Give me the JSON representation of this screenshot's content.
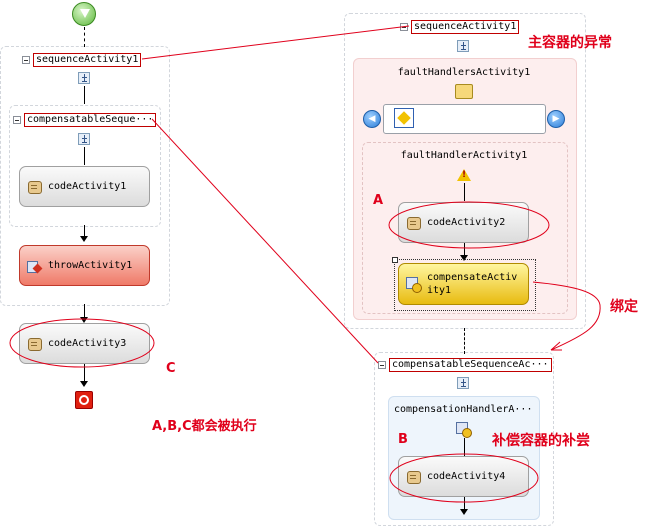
{
  "left": {
    "sequence_label": "sequenceActivity1",
    "compensable_label": "compensatableSeque···",
    "code1": "codeActivity1",
    "throw1": "throwActivity1",
    "code3": "codeActivity3"
  },
  "right": {
    "sequence_label": "sequenceActivity1",
    "fault_handlers_label": "faultHandlersActivity1",
    "fault_handler_label": "faultHandlerActivity1",
    "code2": "codeActivity2",
    "compensate_line1": "compensateActiv",
    "compensate_line2": "ity1",
    "compensable_label": "compensatableSequenceAc···",
    "comp_handler_label": "compensationHandlerA···",
    "code4": "codeActivity4"
  },
  "annotations": {
    "main_exception": "主容器的异常",
    "bind": "绑定",
    "compensation": "补偿容器的补尝",
    "all_executed": "A,B,C都会被执行",
    "mark_a": "A",
    "mark_b": "B",
    "mark_c": "C"
  },
  "colors": {
    "annotation_red": "#e0001b",
    "throw_fill": "#f08a78",
    "compensate_fill": "#f0c51c"
  }
}
